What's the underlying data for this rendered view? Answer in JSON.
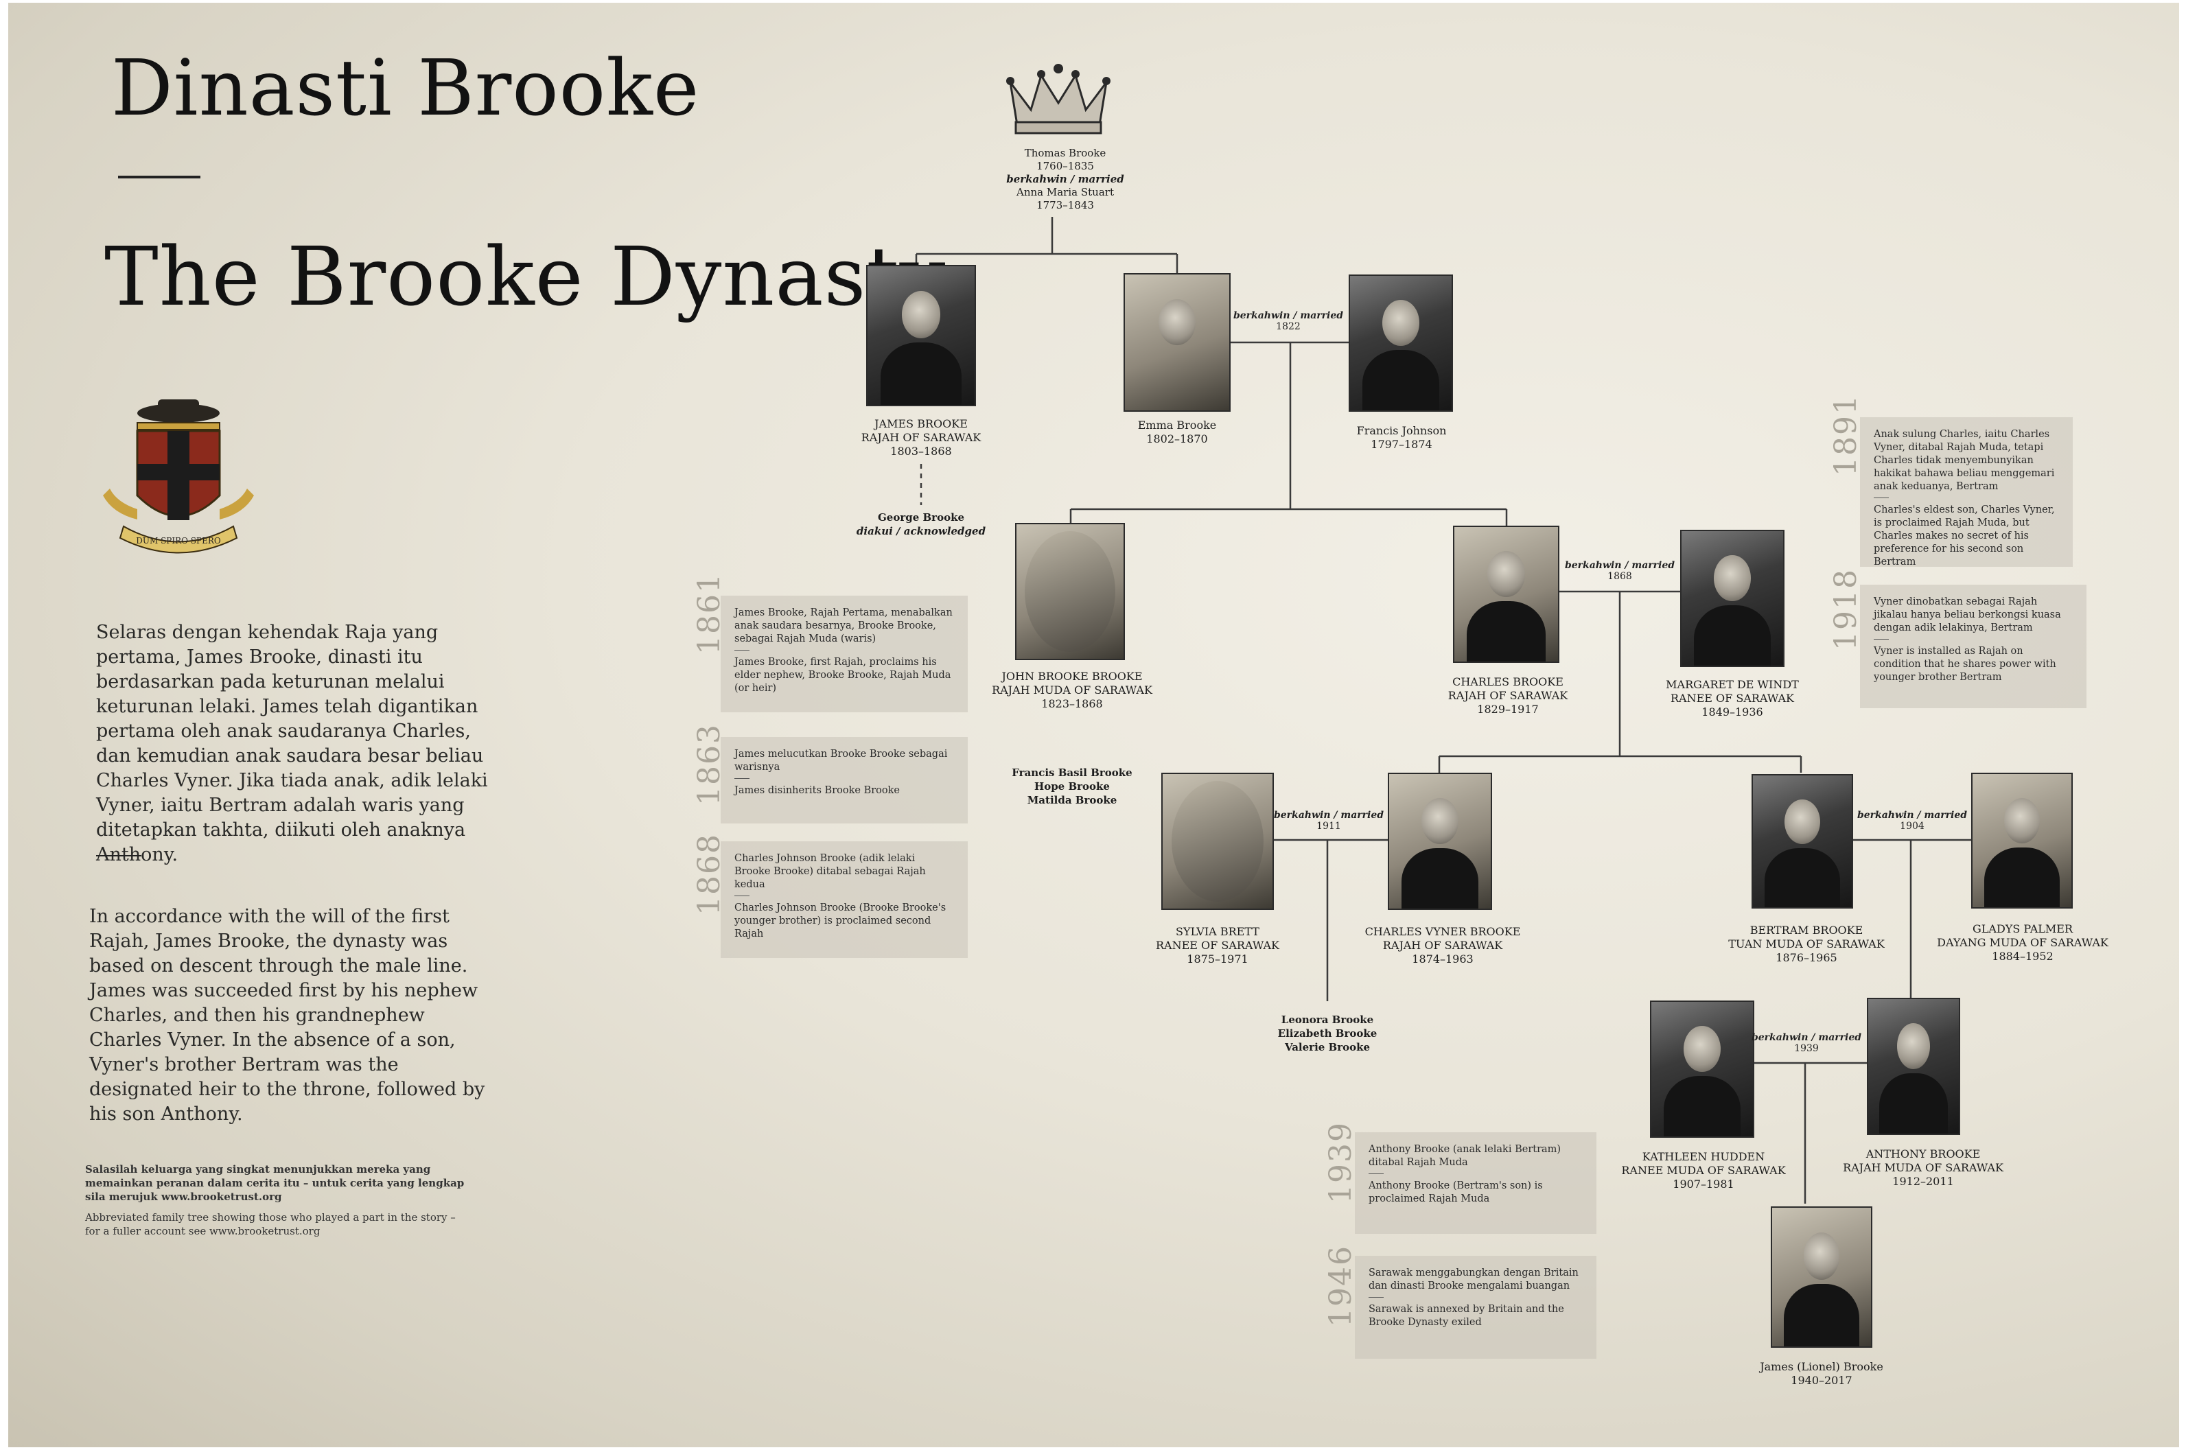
{
  "title": {
    "malay": "Dinasti Brooke",
    "english": "The Brooke Dynasty"
  },
  "intro": {
    "malay": "Selaras dengan kehendak Raja yang pertama, James Brooke, dinasti itu berdasarkan pada keturunan melalui keturunan lelaki. James telah digantikan pertama oleh anak saudaranya Charles, dan kemudian anak saudara besar beliau Charles Vyner. Jika tiada anak, adik lelaki Vyner, iaitu Bertram adalah waris yang ditetapkan takhta, diikuti oleh anaknya Anthony.",
    "english": "In accordance with the will of the first Rajah, James Brooke, the dynasty was based on descent through the male line. James was succeeded first by his nephew Charles, and then his grandnephew Charles Vyner. In the absence of a son, Vyner's brother Bertram was the designated heir to the throne, followed by his son Anthony.",
    "footnote_malay": "Salasilah keluarga yang singkat menunjukkan mereka yang memainkan peranan dalam cerita itu – untuk cerita yang lengkap sila merujuk www.brooketrust.org",
    "footnote_english": "Abbreviated family tree showing those who played a part in the story – for a fuller account see www.brooketrust.org"
  },
  "crest": {
    "motto": "DUM SPIRO SPERO",
    "icon": "coat-of-arms-icon"
  },
  "crown": {
    "icon": "crown-icon"
  },
  "thomas": {
    "name": "Thomas Brooke",
    "years": "1760–1835",
    "married": "berkahwin / married",
    "spouse": "Anna Maria Stuart",
    "spouse_years": "1773–1843"
  },
  "people": {
    "james": {
      "name": "JAMES BROOKE",
      "title": "RAJAH OF SARAWAK",
      "years": "1803–1868"
    },
    "emma": {
      "name": "Emma Brooke",
      "years": "1802–1870"
    },
    "francis": {
      "name": "Francis Johnson",
      "years": "1797–1874"
    },
    "george": {
      "name": "George Brooke",
      "note": "diakui / acknowledged"
    },
    "john": {
      "name": "JOHN BROOKE BROOKE",
      "title": "RAJAH MUDA OF SARAWAK",
      "years": "1823–1868"
    },
    "charles": {
      "name": "CHARLES BROOKE",
      "title": "RAJAH OF SARAWAK",
      "years": "1829–1917"
    },
    "margaret": {
      "name": "MARGARET DE WINDT",
      "title": "RANEE OF SARAWAK",
      "years": "1849–1936"
    },
    "sylvia": {
      "name": "SYLVIA BRETT",
      "title": "RANEE OF SARAWAK",
      "years": "1875–1971"
    },
    "vyner": {
      "name": "CHARLES VYNER BROOKE",
      "title": "RAJAH OF SARAWAK",
      "years": "1874–1963"
    },
    "bertram": {
      "name": "BERTRAM BROOKE",
      "title": "TUAN MUDA OF SARAWAK",
      "years": "1876–1965"
    },
    "gladys": {
      "name": "GLADYS PALMER",
      "title": "DAYANG MUDA OF SARAWAK",
      "years": "1884–1952"
    },
    "kathleen": {
      "name": "KATHLEEN HUDDEN",
      "title": "RANEE MUDA OF SARAWAK",
      "years": "1907–1981"
    },
    "anthony": {
      "name": "ANTHONY BROOKE",
      "title": "RAJAH MUDA OF SARAWAK",
      "years": "1912–2011"
    },
    "james_lionel": {
      "name": "James (Lionel) Brooke",
      "years": "1940–2017"
    }
  },
  "children_lists": {
    "john": [
      "Francis Basil Brooke",
      "Hope Brooke",
      "Matilda Brooke"
    ],
    "vyner": [
      "Leonora Brooke",
      "Elizabeth Brooke",
      "Valerie Brooke"
    ]
  },
  "marriages": {
    "emma_francis": {
      "label": "berkahwin / married",
      "year": "1822"
    },
    "charles_margaret": {
      "label": "berkahwin / married",
      "year": "1868"
    },
    "sylvia_vyner": {
      "label": "berkahwin / married",
      "year": "1911"
    },
    "bertram_gladys": {
      "label": "berkahwin / married",
      "year": "1904"
    },
    "kathleen_anthony": {
      "label": "berkahwin / married",
      "year": "1939"
    }
  },
  "events": [
    {
      "year": "1861",
      "malay": "James Brooke, Rajah Pertama, menabalkan anak saudara besarnya, Brooke Brooke, sebagai Rajah Muda (waris)",
      "english": "James Brooke, first Rajah, proclaims his elder nephew, Brooke Brooke, Rajah Muda (or heir)"
    },
    {
      "year": "1863",
      "malay": "James melucutkan Brooke Brooke sebagai warisnya",
      "english": "James disinherits Brooke Brooke"
    },
    {
      "year": "1868",
      "malay": "Charles Johnson Brooke (adik lelaki Brooke Brooke) ditabal sebagai Rajah kedua",
      "english": "Charles Johnson Brooke (Brooke Brooke's younger brother) is proclaimed second Rajah"
    },
    {
      "year": "1891",
      "malay": "Anak sulung Charles, iaitu Charles Vyner, ditabal Rajah Muda, tetapi Charles tidak menyembunyikan hakikat bahawa beliau menggemari anak keduanya, Bertram",
      "english": "Charles's eldest son, Charles Vyner, is proclaimed Rajah Muda, but Charles makes no secret of his preference for his second son Bertram"
    },
    {
      "year": "1918",
      "malay": "Vyner dinobatkan sebagai Rajah jikalau hanya beliau berkongsi kuasa dengan adik lelakinya, Bertram",
      "english": "Vyner is installed as Rajah on condition that he shares power with younger brother Bertram"
    },
    {
      "year": "1939",
      "malay": "Anthony Brooke (anak lelaki Bertram) ditabal Rajah Muda",
      "english": "Anthony Brooke (Bertram's son) is proclaimed Rajah Muda"
    },
    {
      "year": "1946",
      "malay": "Sarawak menggabungkan dengan Britain dan dinasti Brooke mengalami buangan",
      "english": "Sarawak is annexed by Britain and the Brooke Dynasty exiled"
    }
  ]
}
